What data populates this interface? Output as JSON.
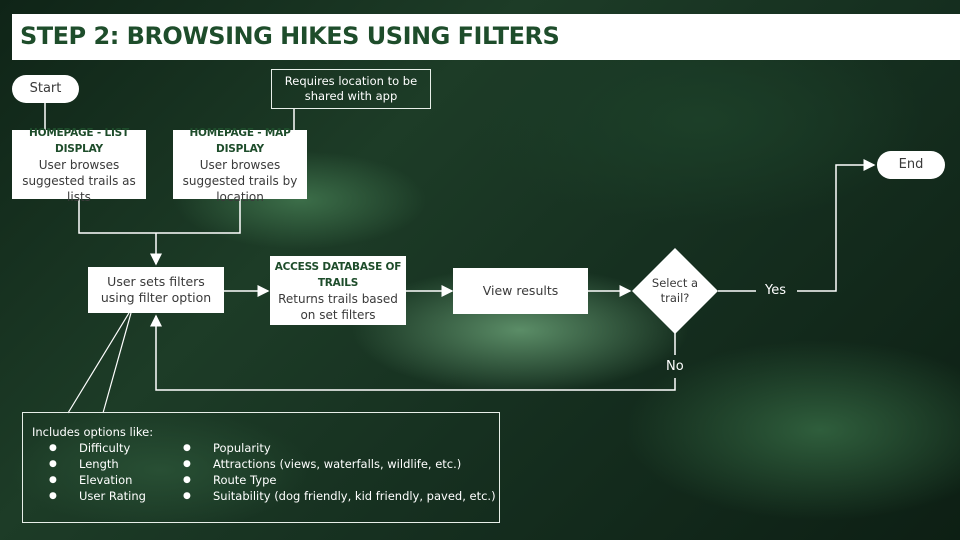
{
  "title": "STEP 2: BROWSING HIKES USING FILTERS",
  "nodes": {
    "start": "Start",
    "end": "End",
    "list_display": {
      "title": "HOMEPAGE - LIST DISPLAY",
      "body": "User browses suggested trails as lists"
    },
    "map_display": {
      "title": "HOMEPAGE - MAP DISPLAY",
      "body": "User browses suggested trails by location"
    },
    "location_note": "Requires location to be shared with app",
    "set_filters": "User sets filters using filter option",
    "access_db": {
      "title": "ACCESS DATABASE OF TRAILS",
      "body": "Returns trails based on set filters"
    },
    "view_results": "View results",
    "decision": "Select a trail?"
  },
  "edge_labels": {
    "yes": "Yes",
    "no": "No"
  },
  "options_box": {
    "intro": "Includes options like:",
    "left_items": [
      "Difficulty",
      "Length",
      "Elevation",
      "User Rating"
    ],
    "right_items": [
      "Popularity",
      "Attractions (views, waterfalls, wildlife, etc.)",
      "Route Type",
      "Suitability (dog friendly, kid friendly, paved, etc.)"
    ]
  },
  "colors": {
    "title_text": "#1e4d2b",
    "box_text": "#3a3a3a",
    "connector": "#ffffff"
  }
}
